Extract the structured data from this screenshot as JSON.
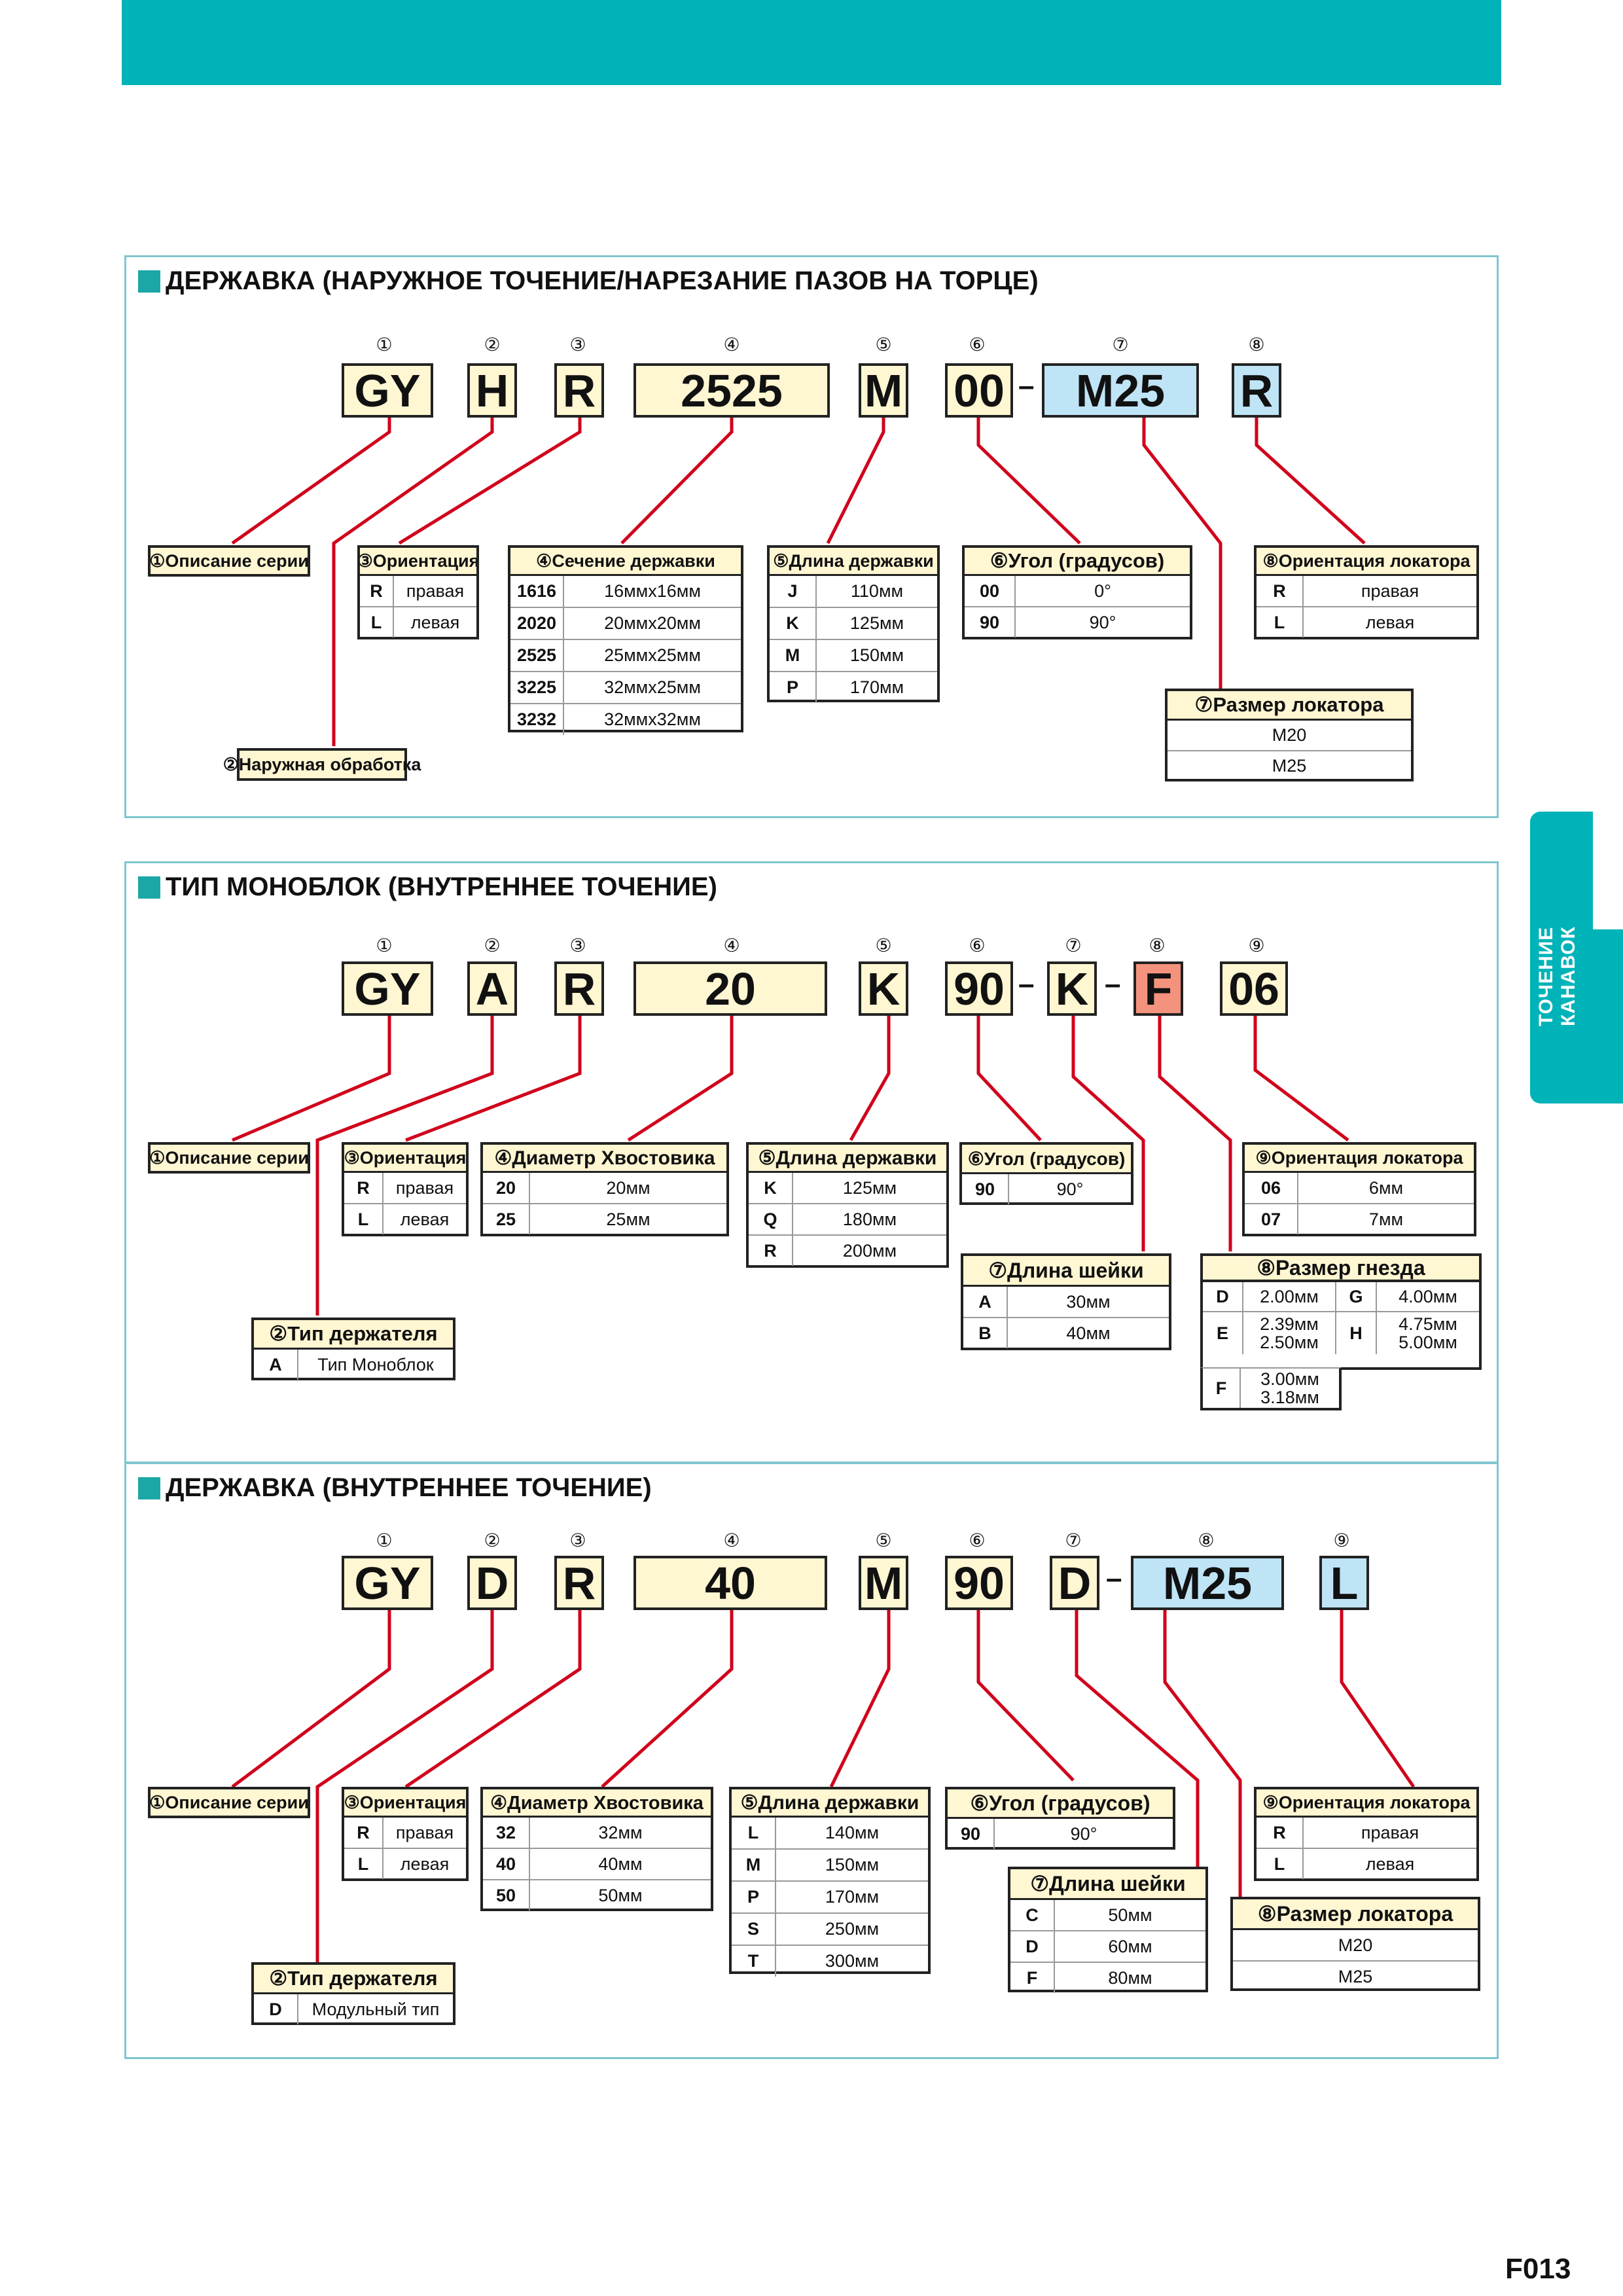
{
  "side_tab": "ТОЧЕНИЕ КАНАВОК",
  "page_number": "F013",
  "colors": {
    "accent": "#00b3b8",
    "box_yellow": "#fff6d2",
    "box_blue": "#bfe4f6",
    "box_red": "#f4937d",
    "line_red": "#d0021b"
  },
  "s1": {
    "title": "ДЕРЖАВКА (НАРУЖНОЕ ТОЧЕНИЕ/НАРЕЗАНИЕ ПАЗОВ НА ТОРЦЕ)",
    "nums": [
      "①",
      "②",
      "③",
      "④",
      "⑤",
      "⑥",
      "⑦",
      "⑧"
    ],
    "code": [
      "GY",
      "H",
      "R",
      "2525",
      "M",
      "00",
      "M25",
      "R"
    ],
    "dash": "–",
    "t1_head": "①Описание серии",
    "t2_head": "②Наружная обработка",
    "t3": {
      "head": "③Ориентация",
      "rows": [
        [
          "R",
          "правая"
        ],
        [
          "L",
          "левая"
        ]
      ]
    },
    "t4": {
      "head": "④Сечение державки",
      "rows": [
        [
          "1616",
          "16ммx16мм"
        ],
        [
          "2020",
          "20ммx20мм"
        ],
        [
          "2525",
          "25ммx25мм"
        ],
        [
          "3225",
          "32ммx25мм"
        ],
        [
          "3232",
          "32ммx32мм"
        ]
      ]
    },
    "t5": {
      "head": "⑤Длина державки",
      "rows": [
        [
          "J",
          "110мм"
        ],
        [
          "K",
          "125мм"
        ],
        [
          "M",
          "150мм"
        ],
        [
          "P",
          "170мм"
        ]
      ]
    },
    "t6": {
      "head": "⑥Угол (градусов)",
      "rows": [
        [
          "00",
          "0°"
        ],
        [
          "90",
          "90°"
        ]
      ]
    },
    "t7": {
      "head": "⑦Размер локатора",
      "rows": [
        "M20",
        "M25"
      ]
    },
    "t8": {
      "head": "⑧Ориентация локатора",
      "rows": [
        [
          "R",
          "правая"
        ],
        [
          "L",
          "левая"
        ]
      ]
    }
  },
  "s2": {
    "title": "ТИП МОНОБЛОК (ВНУТРЕННЕЕ ТОЧЕНИЕ)",
    "nums": [
      "①",
      "②",
      "③",
      "④",
      "⑤",
      "⑥",
      "⑦",
      "⑧",
      "⑨"
    ],
    "code": [
      "GY",
      "A",
      "R",
      "20",
      "K",
      "90",
      "K",
      "F",
      "06"
    ],
    "dash": "–",
    "t1_head": "①Описание серии",
    "t2": {
      "head": "②Тип держателя",
      "rows": [
        [
          "A",
          "Тип Моноблок"
        ]
      ]
    },
    "t3": {
      "head": "③Ориентация",
      "rows": [
        [
          "R",
          "правая"
        ],
        [
          "L",
          "левая"
        ]
      ]
    },
    "t4": {
      "head": "④Диаметр Хвостовика",
      "rows": [
        [
          "20",
          "20мм"
        ],
        [
          "25",
          "25мм"
        ]
      ]
    },
    "t5": {
      "head": "⑤Длина державки",
      "rows": [
        [
          "K",
          "125мм"
        ],
        [
          "Q",
          "180мм"
        ],
        [
          "R",
          "200мм"
        ]
      ]
    },
    "t6": {
      "head": "⑥Угол (градусов)",
      "rows": [
        [
          "90",
          "90°"
        ]
      ]
    },
    "t7": {
      "head": "⑦Длина шейки",
      "rows": [
        [
          "A",
          "30мм"
        ],
        [
          "B",
          "40мм"
        ]
      ]
    },
    "t8": {
      "head": "⑧Размер гнезда",
      "rows": [
        [
          "D",
          "2.00мм",
          "G",
          "4.00мм"
        ],
        [
          "E",
          "2.39мм",
          "2.50мм",
          "H",
          "4.75мм",
          "5.00мм"
        ],
        [
          "F",
          "3.00мм",
          "3.18мм"
        ]
      ]
    },
    "t9": {
      "head": "⑨Ориентация локатора",
      "rows": [
        [
          "06",
          "6мм"
        ],
        [
          "07",
          "7мм"
        ]
      ]
    }
  },
  "s3": {
    "title": "ДЕРЖАВКА (ВНУТРЕННЕЕ ТОЧЕНИЕ)",
    "nums": [
      "①",
      "②",
      "③",
      "④",
      "⑤",
      "⑥",
      "⑦",
      "⑧",
      "⑨"
    ],
    "code": [
      "GY",
      "D",
      "R",
      "40",
      "M",
      "90",
      "D",
      "M25",
      "L"
    ],
    "dash": "–",
    "t1_head": "①Описание серии",
    "t2": {
      "head": "②Тип держателя",
      "rows": [
        [
          "D",
          "Модульный тип"
        ]
      ]
    },
    "t3": {
      "head": "③Ориентация",
      "rows": [
        [
          "R",
          "правая"
        ],
        [
          "L",
          "левая"
        ]
      ]
    },
    "t4": {
      "head": "④Диаметр Хвостовика",
      "rows": [
        [
          "32",
          "32мм"
        ],
        [
          "40",
          "40мм"
        ],
        [
          "50",
          "50мм"
        ]
      ]
    },
    "t5": {
      "head": "⑤Длина державки",
      "rows": [
        [
          "L",
          "140мм"
        ],
        [
          "M",
          "150мм"
        ],
        [
          "P",
          "170мм"
        ],
        [
          "S",
          "250мм"
        ],
        [
          "T",
          "300мм"
        ]
      ]
    },
    "t6": {
      "head": "⑥Угол (градусов)",
      "rows": [
        [
          "90",
          "90°"
        ]
      ]
    },
    "t7": {
      "head": "⑦Длина шейки",
      "rows": [
        [
          "C",
          "50мм"
        ],
        [
          "D",
          "60мм"
        ],
        [
          "F",
          "80мм"
        ]
      ]
    },
    "t8": {
      "head": "⑧Размер локатора",
      "rows": [
        "M20",
        "M25"
      ]
    },
    "t9": {
      "head": "⑨Ориентация локатора",
      "rows": [
        [
          "R",
          "правая"
        ],
        [
          "L",
          "левая"
        ]
      ]
    }
  }
}
